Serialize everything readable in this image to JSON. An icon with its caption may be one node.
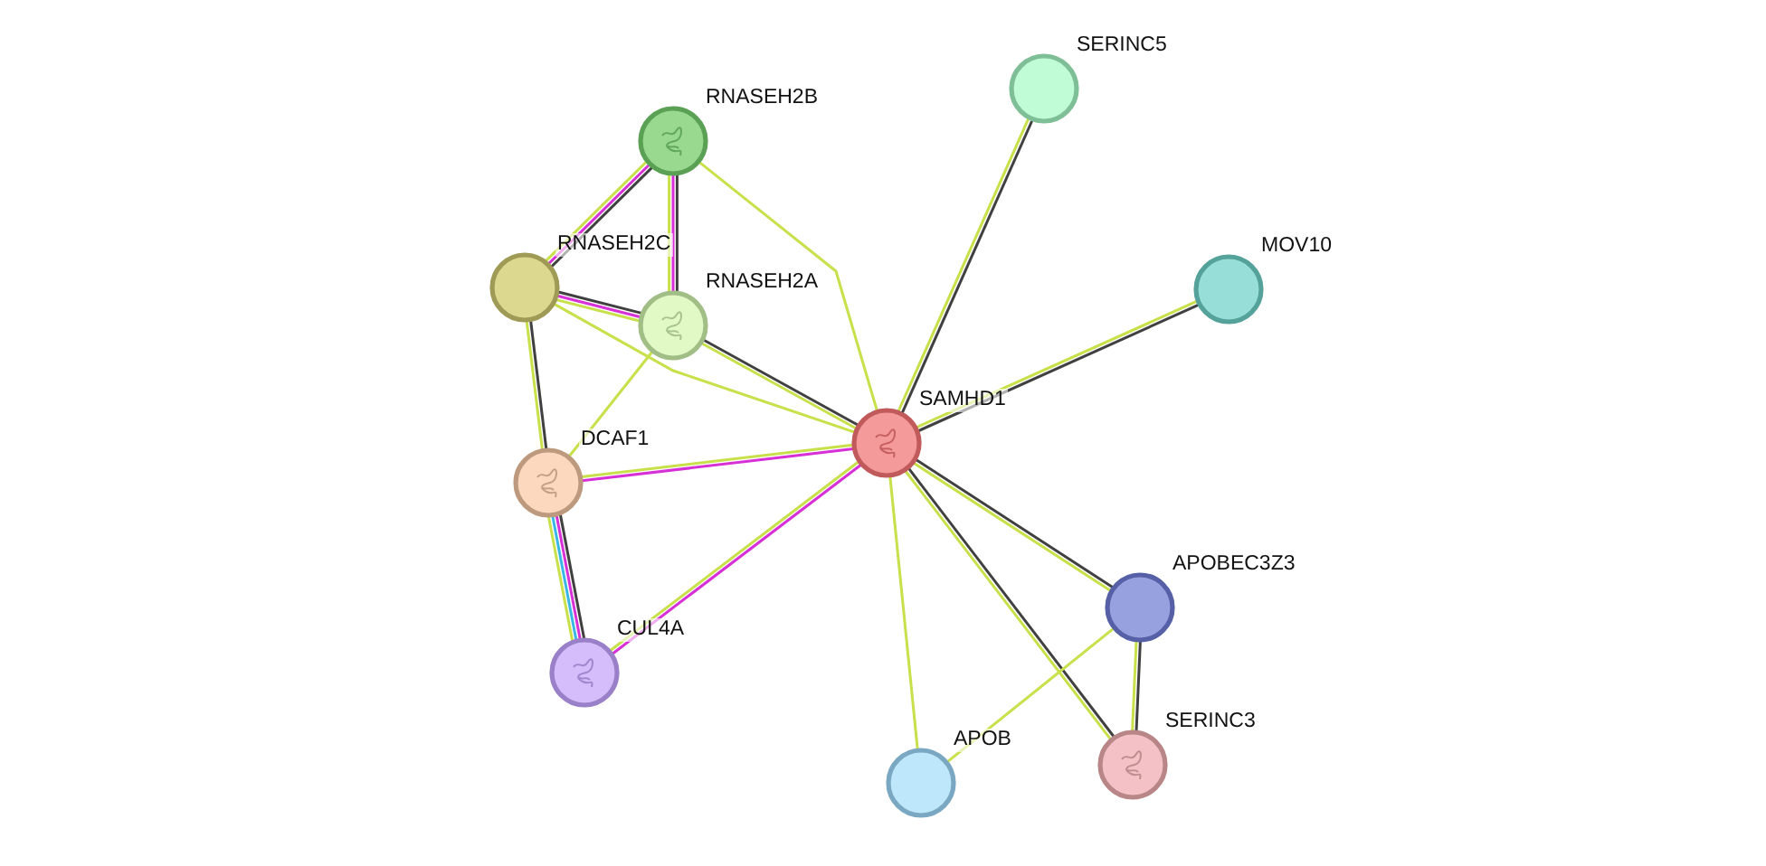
{
  "diagram": {
    "nodes": [
      {
        "text": [
          "SERINC5"
        ]
      },
      {
        "text": [
          "RNASEH2B"
        ]
      },
      {
        "text": [
          "MOV10"
        ]
      },
      {
        "text": [
          "RNASEH2C"
        ]
      },
      {
        "text": [
          "RNASEH2A"
        ]
      },
      {
        "text": [
          "SAMHD1"
        ]
      },
      {
        "text": [
          "DCAF1"
        ]
      },
      {
        "text": [
          "APOBEC3Z3"
        ]
      },
      {
        "text": [
          "CUL4A"
        ]
      },
      {
        "text": [
          "SERINC3"
        ]
      },
      {
        "text": [
          "APOB"
        ]
      }
    ],
    "edges": [
      {
        "from": 1,
        "to": 3,
        "arrow": "none",
        "color": "#404040"
      },
      {
        "from": 1,
        "to": 3,
        "arrow": "none",
        "color": "#d630d6"
      },
      {
        "from": 1,
        "to": 3,
        "arrow": "none"
      },
      {
        "from": 1,
        "to": 4,
        "arrow": "none",
        "color": "#404040"
      },
      {
        "from": 1,
        "to": 4,
        "arrow": "none",
        "color": "#d630d6"
      },
      {
        "from": 1,
        "to": 4,
        "arrow": "none"
      },
      {
        "from": 1,
        "to": 5,
        "arrow": "none"
      },
      {
        "from": 3,
        "to": 4,
        "arrow": "none",
        "color": "#404040"
      },
      {
        "from": 3,
        "to": 4,
        "arrow": "none",
        "color": "#d630d6"
      },
      {
        "from": 3,
        "to": 4,
        "arrow": "none"
      },
      {
        "from": 3,
        "to": 5,
        "arrow": "none"
      },
      {
        "from": 3,
        "to": 6,
        "arrow": "none",
        "color": "#404040"
      },
      {
        "from": 3,
        "to": 6,
        "arrow": "none"
      },
      {
        "from": 4,
        "to": 5,
        "arrow": "none",
        "color": "#404040"
      },
      {
        "from": 4,
        "to": 5,
        "arrow": "none"
      },
      {
        "from": 4,
        "to": 6,
        "arrow": "none"
      },
      {
        "from": 6,
        "to": 5,
        "arrow": "none",
        "color": "#d630d6"
      },
      {
        "from": 6,
        "to": 5,
        "arrow": "none"
      },
      {
        "from": 6,
        "to": 8,
        "arrow": "none",
        "color": "#404040"
      },
      {
        "from": 6,
        "to": 8,
        "arrow": "none",
        "color": "#d630d6"
      },
      {
        "from": 6,
        "to": 8,
        "arrow": "none",
        "color": "#3ab6e4"
      },
      {
        "from": 6,
        "to": 8,
        "arrow": "none"
      },
      {
        "from": 8,
        "to": 5,
        "arrow": "none",
        "color": "#d630d6"
      },
      {
        "from": 8,
        "to": 5,
        "arrow": "none"
      },
      {
        "from": 5,
        "to": 0,
        "arrow": "none",
        "color": "#404040"
      },
      {
        "from": 5,
        "to": 0,
        "arrow": "none"
      },
      {
        "from": 5,
        "to": 2,
        "arrow": "none",
        "color": "#404040"
      },
      {
        "from": 5,
        "to": 2,
        "arrow": "none"
      },
      {
        "from": 5,
        "to": 7,
        "arrow": "none",
        "color": "#404040"
      },
      {
        "from": 5,
        "to": 7,
        "arrow": "none"
      },
      {
        "from": 5,
        "to": 9,
        "arrow": "none",
        "color": "#404040"
      },
      {
        "from": 5,
        "to": 9,
        "arrow": "none"
      },
      {
        "from": 5,
        "to": 10,
        "arrow": "none"
      },
      {
        "from": 7,
        "to": 10,
        "arrow": "none"
      },
      {
        "from": 7,
        "to": 9,
        "arrow": "none",
        "color": "#404040"
      },
      {
        "from": 7,
        "to": 9,
        "arrow": "none"
      }
    ]
  }
}
